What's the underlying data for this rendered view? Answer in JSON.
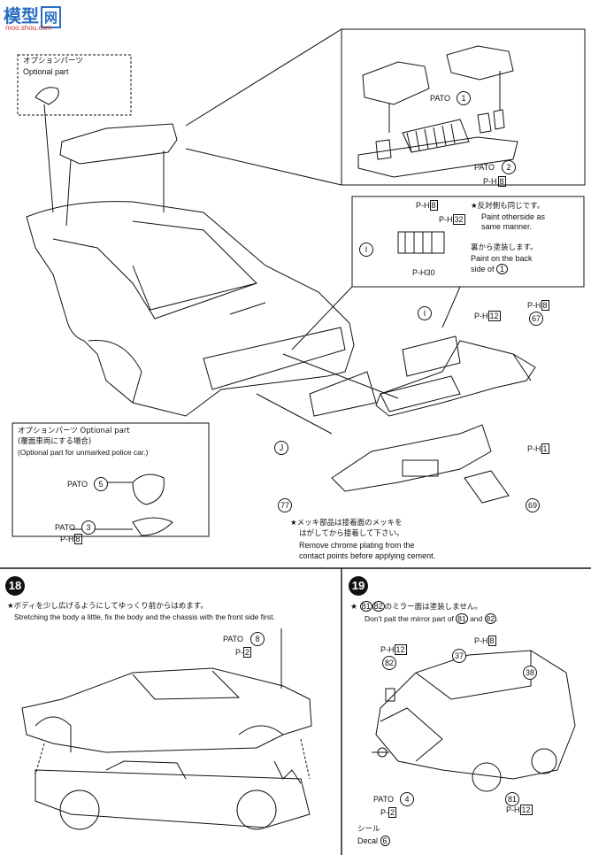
{
  "watermark": {
    "logo_text": "模型",
    "logo_box": "网",
    "site": "moo.shou.com"
  },
  "top": {
    "option_box_jp": "オプションパーツ",
    "option_box_en": "Optional part",
    "pato1": "PATO",
    "pato1_num": "1",
    "pato2": "PATO",
    "pato2_num": "2",
    "ph8_label": "P-H",
    "ph8_num": "8",
    "mirror_note_jp": "★反対側も同じです。",
    "mirror_note_en1": "Paint otherside as",
    "mirror_note_en2": "same manner.",
    "back_note_jp": "裏から塗装します。",
    "back_note_en1": "Paint on the back",
    "back_note_en2": "side of",
    "back_note_num": "1",
    "inset_ph8": "8",
    "inset_ph32": "32",
    "inset_ph30": "30",
    "inset_i": "I",
    "part_i": "I",
    "ph12": "12",
    "ph8b": "8",
    "part67": "67",
    "part_j": "J",
    "part77": "77",
    "part69": "69",
    "ph1": "1",
    "opt2_jp": "オプションパーツ Optional part",
    "opt2_jp2": "(覆面車両にする場合)",
    "opt2_en": "(Optional part for unmarked police car.)",
    "pato5": "PATO",
    "pato5_num": "5",
    "pato3": "PATO",
    "pato3_num": "3",
    "ph8c": "8",
    "chrome_jp1": "★メッキ部品は接着面のメッキを",
    "chrome_jp2": "はがしてから接着して下さい。",
    "chrome_en1": "Remove chrome plating from the",
    "chrome_en2": "contact points before applying cement."
  },
  "step18": {
    "number": "18",
    "jp": "★ボディを少し広げるようにしてゆっくり前からはめます。",
    "en": "Stretching the body a little, fix the body and the chassis with the front side first.",
    "pato": "PATO",
    "pato_num": "8",
    "ph": "2"
  },
  "step19": {
    "number": "19",
    "jp_num1": "81",
    "jp_num2": "82",
    "jp": "のミラー面は塗装しません。",
    "en_pre": "Don't pait the mirror part of",
    "en_num1": "81",
    "en_and": "and",
    "en_num2": "82",
    "ph12": "12",
    "p82": "82",
    "p37": "37",
    "ph8": "8",
    "p38": "38",
    "pato": "PATO",
    "pato_num": "4",
    "ph2": "2",
    "p81": "81",
    "ph12b": "12",
    "decal_jp": "シール",
    "decal_en": "Decal",
    "decal_num": "6"
  }
}
